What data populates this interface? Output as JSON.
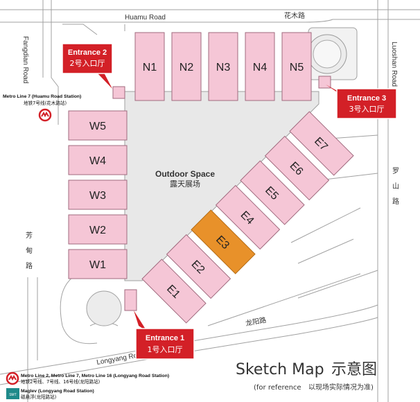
{
  "roads": {
    "top_en": "Huamu Road",
    "top_cn": "花木路",
    "left_en": "Fangdian Road",
    "right_en": "Luoshan Road",
    "right_cn": [
      "罗",
      "山",
      "路"
    ],
    "left_cn": [
      "芳",
      "甸",
      "路"
    ],
    "bottom_en": "Longyang Road",
    "bottom_cn": "龙阳路"
  },
  "halls": {
    "north": [
      "N1",
      "N2",
      "N3",
      "N4",
      "N5"
    ],
    "west": [
      "W5",
      "W4",
      "W3",
      "W2",
      "W1"
    ],
    "east": [
      "E7",
      "E6",
      "E5",
      "E4",
      "E3",
      "E2",
      "E1"
    ],
    "highlighted": "E3"
  },
  "outdoor": {
    "en": "Outdoor Space",
    "cn": "露天展场"
  },
  "entrances": [
    {
      "id": "entrance-2",
      "en": "Entrance 2",
      "cn": "2号入口厅"
    },
    {
      "id": "entrance-3",
      "en": "Entrance 3",
      "cn": "3号入口厅"
    },
    {
      "id": "entrance-1",
      "en": "Entrance 1",
      "cn": "1号入口厅"
    }
  ],
  "metro_top": {
    "en": "Metro Line 7 (Huamu Road Station)",
    "cn": "地铁7号线(花木路站)"
  },
  "legend": {
    "metro_en": "Metro Line 2, Metro Line 7, Metro Line 16 (Longyang Road Station)",
    "metro_cn": "地铁2号线、7号线、16号线(龙阳路站)",
    "maglev_en": "Maglev (Longyang Road Station)",
    "maglev_cn": "磁悬浮(龙阳路站)",
    "maglev_badge": "SMT"
  },
  "title": {
    "en": "Sketch Map",
    "cn": "示意图",
    "subtitle_en": "(for reference",
    "subtitle_cn": "以现场实际情况为准)"
  },
  "colors": {
    "hall_fill": "#f5c6d6",
    "hall_stroke": "#a06a7e",
    "highlight_fill": "#e8912a",
    "highlight_stroke": "#b36a12",
    "plaza": "#e8e8e8",
    "entrance_red": "#d32027",
    "road_line": "#9a9a9a"
  }
}
